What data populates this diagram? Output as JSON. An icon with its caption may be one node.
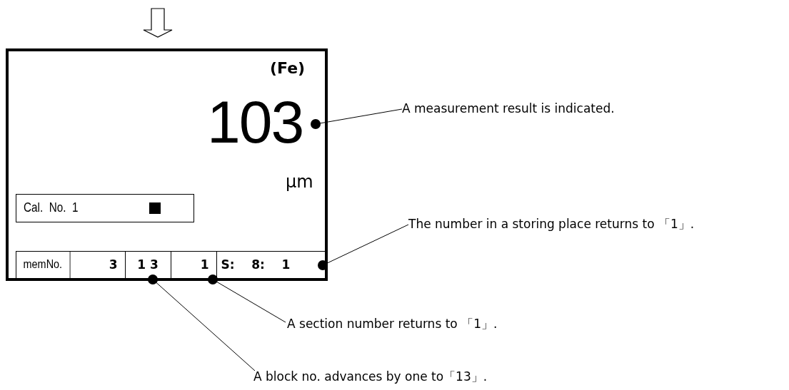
{
  "diagram": {
    "nodes": [
      {
        "text": [],
        "shape": "box"
      },
      {
        "text": [
          "103"
        ],
        "in": 0
      },
      {
        "text": [
          "Cal.  No.  1"
        ],
        "in": 0
      },
      {
        "text": [],
        "shape": "box",
        "in": 0
      },
      {
        "text": [
          "memNo."
        ],
        "in": 3
      },
      {
        "text": [
          "3"
        ],
        "in": 3
      },
      {
        "text": [
          "1 3"
        ],
        "in": 3
      },
      {
        "text": [
          "1"
        ],
        "in": 3
      },
      {
        "text": [
          "S:    8:    1"
        ],
        "in": 3
      },
      {
        "text": [
          "A measurement result is indicated."
        ]
      },
      {
        "text": [
          "The number in a storing place returns to 「1」."
        ]
      },
      {
        "text": [
          "A section number returns to 「1」."
        ]
      },
      {
        "text": [
          "A block no. advances by one to「13」."
        ]
      }
    ],
    "edges": [
      {
        "from": null,
        "to": 0,
        "arrow": "to"
      },
      {
        "from": 9,
        "to": 1,
        "arrow": "other"
      },
      {
        "from": 10,
        "to": 8,
        "arrow": "other"
      },
      {
        "from": 11,
        "to": 7,
        "arrow": "other"
      },
      {
        "from": 12,
        "to": 6,
        "arrow": "other"
      }
    ],
    "labels": [
      "(Fe)",
      "μm"
    ]
  }
}
